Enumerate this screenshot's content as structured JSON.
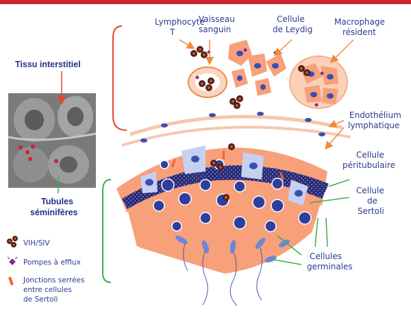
{
  "labels": {
    "lymphocyte_1": "Lymphocyte",
    "lymphocyte_2": "T",
    "vaisseau_1": "Vaisseau",
    "vaisseau_2": "sanguin",
    "leydig_1": "Cellule",
    "leydig_2": "de Leydig",
    "macrophage_1": "Macrophage",
    "macrophage_2": "résident",
    "endo_1": "Endothélium",
    "endo_2": "lymphatique",
    "peri_1": "Cellule",
    "peri_2": "péritubulaire",
    "sertoli_1": "Cellule",
    "sertoli_2": "de",
    "sertoli_3": "Sertoli",
    "germ_1": "Cellules",
    "germ_2": "germinales",
    "tissu": "Tissu interstitiel",
    "tubules_1": "Tubules",
    "tubules_2": "séminifères"
  },
  "legend": {
    "vih": "VIH/SIV",
    "pompes": "Pompes à efflux",
    "jonctions_1": "Jonctions serrées",
    "jonctions_2": "entre cellules",
    "jonctions_3": "de Sertoli"
  },
  "colors": {
    "accent_red": "#c8262c",
    "cell_fill": "#f7a07a",
    "nucleus": "#3b4fb3",
    "membrane": "#2a2a7a",
    "label_blue": "#2b3a8f",
    "arrow_orange": "#f08a3c",
    "arrow_green": "#3aae4a"
  }
}
